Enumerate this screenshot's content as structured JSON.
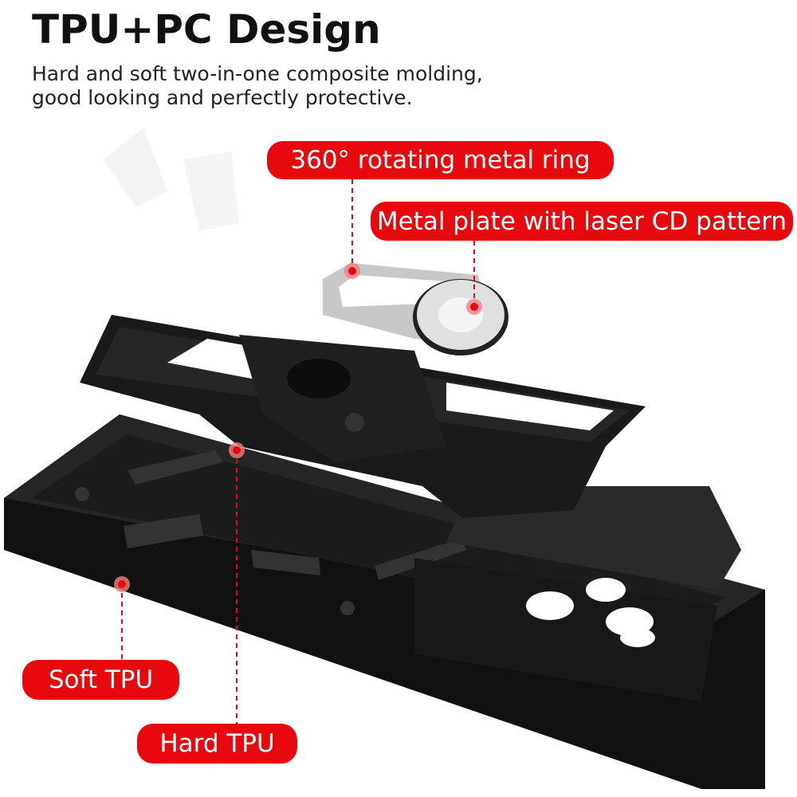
{
  "header": {
    "title": "TPU+PC Design",
    "subtitle_lines": [
      "Hard and soft two-in-one composite molding,",
      "good looking and perfectly protective."
    ]
  },
  "callouts": {
    "ring": "360° rotating metal ring",
    "plate": "Metal plate with laser CD pattern",
    "soft": "Soft TPU",
    "hard": "Hard TPU"
  },
  "colors": {
    "accent": "#e8090f",
    "case": "#1a1a1a",
    "text": "#111111"
  }
}
